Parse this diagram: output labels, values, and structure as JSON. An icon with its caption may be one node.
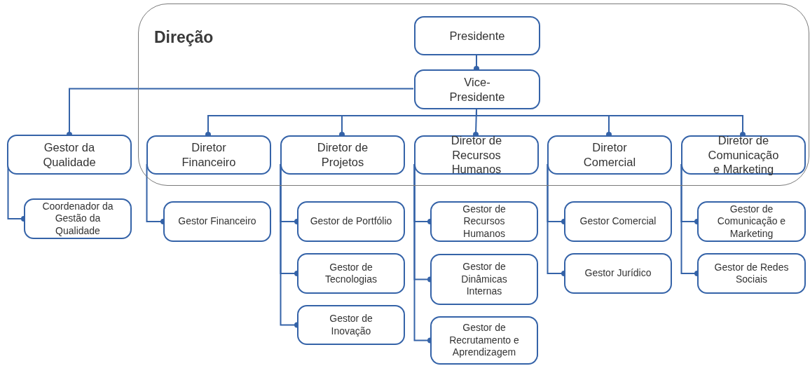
{
  "diagram": {
    "nodes": [
      {
        "text": [
          "Direção"
        ]
      },
      {
        "text": [
          "Presidente"
        ],
        "in": 0
      },
      {
        "text": [
          "Vice-Presidente"
        ],
        "in": 0
      },
      {
        "text": [
          "Gestor da Qualidade"
        ]
      },
      {
        "text": [
          "Diretor Financeiro"
        ],
        "in": 0
      },
      {
        "text": [
          "Diretor de Projetos"
        ],
        "in": 0
      },
      {
        "text": [
          "Diretor de Recursos Humanos"
        ],
        "in": 0
      },
      {
        "text": [
          "Diretor Comercial"
        ],
        "in": 0
      },
      {
        "text": [
          "Diretor de Comunicação e Marketing"
        ],
        "in": 0
      },
      {
        "text": [
          "Coordenador da Gestão da Qualidade"
        ]
      },
      {
        "text": [
          "Gestor Financeiro"
        ]
      },
      {
        "text": [
          "Gestor de Portfólio"
        ]
      },
      {
        "text": [
          "Gestor de Tecnologias"
        ]
      },
      {
        "text": [
          "Gestor de Inovação"
        ]
      },
      {
        "text": [
          "Gestor de Recursos Humanos"
        ]
      },
      {
        "text": [
          "Gestor de Dinâmicas Internas"
        ]
      },
      {
        "text": [
          "Gestor de Recrutamento e Aprendizagem"
        ]
      },
      {
        "text": [
          "Gestor Comercial"
        ]
      },
      {
        "text": [
          "Gestor Jurídico"
        ]
      },
      {
        "text": [
          "Gestor de Comunicação e Marketing"
        ]
      },
      {
        "text": [
          "Gestor de Redes Sociais"
        ]
      }
    ],
    "edges": [
      {
        "from": 1,
        "to": 2,
        "arrow": "other"
      },
      {
        "from": 2,
        "to": 3,
        "arrow": "other"
      },
      {
        "from": 2,
        "to": 4,
        "arrow": "other"
      },
      {
        "from": 2,
        "to": 5,
        "arrow": "other"
      },
      {
        "from": 2,
        "to": 6,
        "arrow": "other"
      },
      {
        "from": 2,
        "to": 7,
        "arrow": "other"
      },
      {
        "from": 2,
        "to": 8,
        "arrow": "other"
      },
      {
        "from": 3,
        "to": 9,
        "arrow": "other"
      },
      {
        "from": 4,
        "to": 10,
        "arrow": "other"
      },
      {
        "from": 5,
        "to": 11,
        "arrow": "other"
      },
      {
        "from": 5,
        "to": 12,
        "arrow": "other"
      },
      {
        "from": 5,
        "to": 13,
        "arrow": "other"
      },
      {
        "from": 6,
        "to": 14,
        "arrow": "other"
      },
      {
        "from": 6,
        "to": 15,
        "arrow": "other"
      },
      {
        "from": 6,
        "to": 16,
        "arrow": "other"
      },
      {
        "from": 7,
        "to": 17,
        "arrow": "other"
      },
      {
        "from": 7,
        "to": 18,
        "arrow": "other"
      },
      {
        "from": 8,
        "to": 19,
        "arrow": "other"
      },
      {
        "from": 8,
        "to": 20,
        "arrow": "other"
      }
    ]
  }
}
